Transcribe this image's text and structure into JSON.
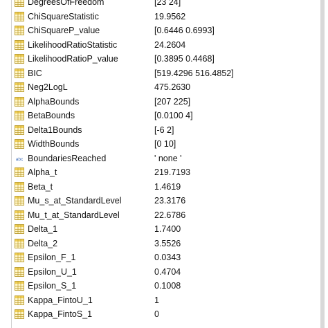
{
  "variables": [
    {
      "name": "DegreesOfFreedom",
      "value": "[23 24]",
      "icon": "numeric-array-icon"
    },
    {
      "name": "ChiSquareStatistic",
      "value": "19.9562",
      "icon": "numeric-array-icon"
    },
    {
      "name": "ChiSquareP_value",
      "value": "[0.6446 0.6993]",
      "icon": "numeric-array-icon"
    },
    {
      "name": "LikelihoodRatioStatistic",
      "value": "24.2604",
      "icon": "numeric-array-icon"
    },
    {
      "name": "LikelihoodRatioP_value",
      "value": "[0.3895 0.4468]",
      "icon": "numeric-array-icon"
    },
    {
      "name": "BIC",
      "value": "[519.4296 516.4852]",
      "icon": "numeric-array-icon"
    },
    {
      "name": "Neg2LogL",
      "value": "475.2630",
      "icon": "numeric-array-icon"
    },
    {
      "name": "AlphaBounds",
      "value": "[207 225]",
      "icon": "numeric-array-icon"
    },
    {
      "name": "BetaBounds",
      "value": "[0.0100 4]",
      "icon": "numeric-array-icon"
    },
    {
      "name": "Delta1Bounds",
      "value": "[-6 2]",
      "icon": "numeric-array-icon"
    },
    {
      "name": "WidthBounds",
      "value": "[0 10]",
      "icon": "numeric-array-icon"
    },
    {
      "name": "BoundariesReached",
      "value": "' none '",
      "icon": "string-abc-icon",
      "icon_text": "abc"
    },
    {
      "name": "Alpha_t",
      "value": "219.7193",
      "icon": "numeric-array-icon"
    },
    {
      "name": "Beta_t",
      "value": "1.4619",
      "icon": "numeric-array-icon"
    },
    {
      "name": "Mu_s_at_StandardLevel",
      "value": "23.3176",
      "icon": "numeric-array-icon"
    },
    {
      "name": "Mu_t_at_StandardLevel",
      "value": "22.6786",
      "icon": "numeric-array-icon"
    },
    {
      "name": "Delta_1",
      "value": "1.7400",
      "icon": "numeric-array-icon"
    },
    {
      "name": "Delta_2",
      "value": "3.5526",
      "icon": "numeric-array-icon"
    },
    {
      "name": "Epsilon_F_1",
      "value": "0.0343",
      "icon": "numeric-array-icon"
    },
    {
      "name": "Epsilon_U_1",
      "value": "0.4704",
      "icon": "numeric-array-icon"
    },
    {
      "name": "Epsilon_S_1",
      "value": "0.1008",
      "icon": "numeric-array-icon"
    },
    {
      "name": "Kappa_FintoU_1",
      "value": "1",
      "icon": "numeric-array-icon"
    },
    {
      "name": "Kappa_FintoS_1",
      "value": "0",
      "icon": "numeric-array-icon"
    }
  ],
  "colors": {
    "grid_fill": "#fff6c8",
    "grid_border": "#bfa23a",
    "grid_header": "#f1cf55",
    "grid_line": "#c2a33a",
    "abc_text": "#3a6ab8"
  }
}
